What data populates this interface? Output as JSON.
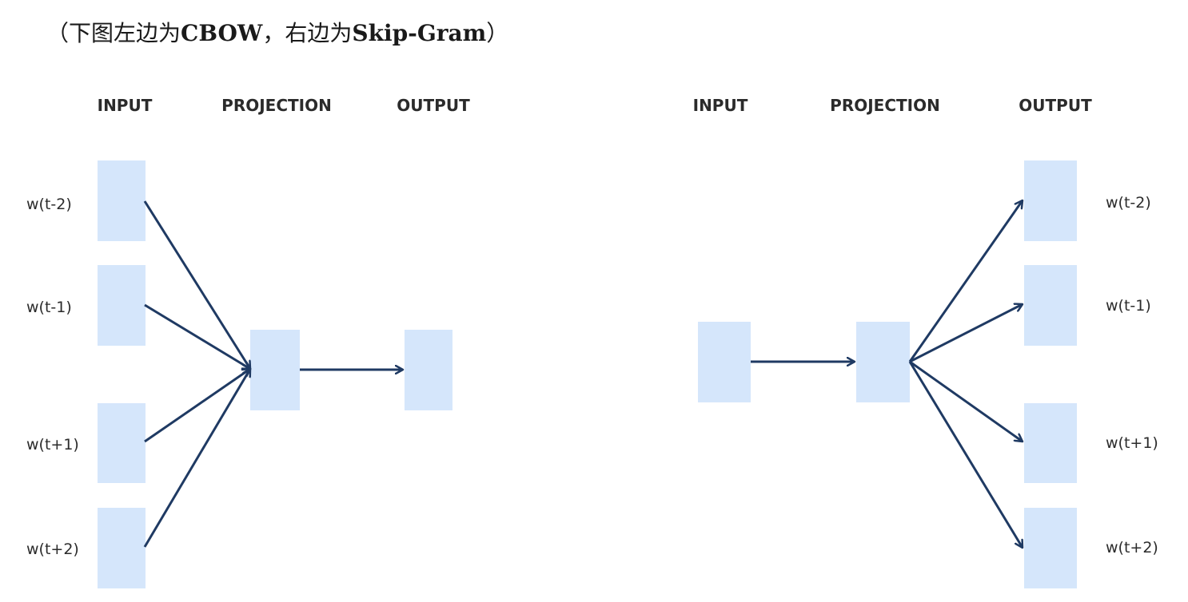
{
  "caption": {
    "open_paren": "（",
    "part1": "下图左边为",
    "cbow": "CBOW",
    "comma": "，",
    "part2": "右边为",
    "skipgram": "Skip-Gram",
    "close_paren": "）"
  },
  "cbow": {
    "headers": {
      "input": "INPUT",
      "projection": "PROJECTION",
      "output": "OUTPUT"
    },
    "context_words": [
      "w(t-2)",
      "w(t-1)",
      "w(t+1)",
      "w(t+2)"
    ]
  },
  "skipgram": {
    "headers": {
      "input": "INPUT",
      "projection": "PROJECTION",
      "output": "OUTPUT"
    },
    "context_words": [
      "w(t-2)",
      "w(t-1)",
      "w(t+1)",
      "w(t+2)"
    ]
  },
  "colors": {
    "node_fill": "#d5e6fb",
    "edge": "#1f3a63"
  }
}
